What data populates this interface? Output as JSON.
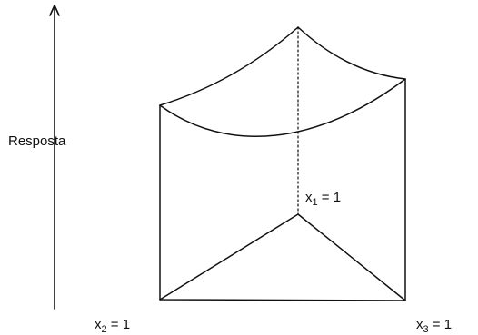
{
  "figure": {
    "response_axis_label": "Resposta",
    "vertex_labels": [
      {
        "var": "x",
        "sub": "1",
        "rest": " = 1"
      },
      {
        "var": "x",
        "sub": "2",
        "rest": " = 1"
      },
      {
        "var": "x",
        "sub": "3",
        "rest": " = 1"
      }
    ]
  },
  "colors": {
    "ink": "#111111",
    "background": "#ffffff"
  }
}
